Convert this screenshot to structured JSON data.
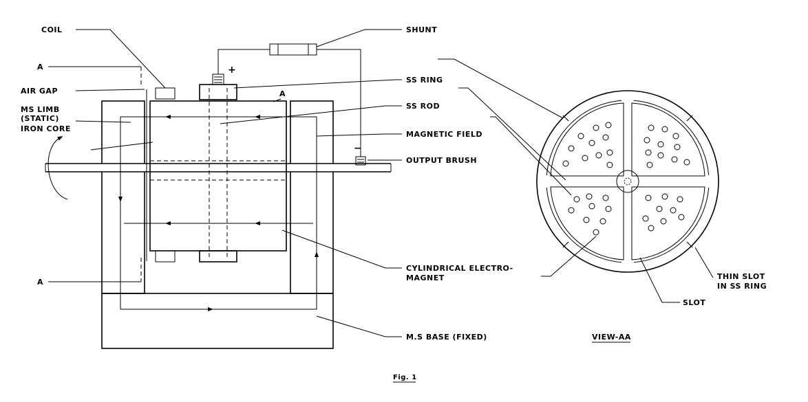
{
  "labels": {
    "coil": "COIL",
    "air_gap": "AIR GAP",
    "ms_limb_1": "MS LIMB",
    "ms_limb_2": "(STATIC)",
    "iron_core": "IRON CORE",
    "section_a_top": "A",
    "section_a_bottom": "A",
    "section_a_core": "A",
    "plus": "+",
    "minus": "−",
    "shunt": "SHUNT",
    "ss_ring": "SS RING",
    "ss_rod": "SS ROD",
    "magnetic_field": "MAGNETIC FIELD",
    "output_brush": "OUTPUT BRUSH",
    "cyl_1": "CYLINDRICAL ELECTRO-",
    "cyl_2": "MAGNET",
    "ms_base": "M.S BASE (FIXED)",
    "view_aa": "VIEW-AA",
    "thin_slot_1": "THIN SLOT",
    "thin_slot_2": "IN SS RING",
    "slot": "SLOT",
    "figure": "Fig. 1"
  }
}
